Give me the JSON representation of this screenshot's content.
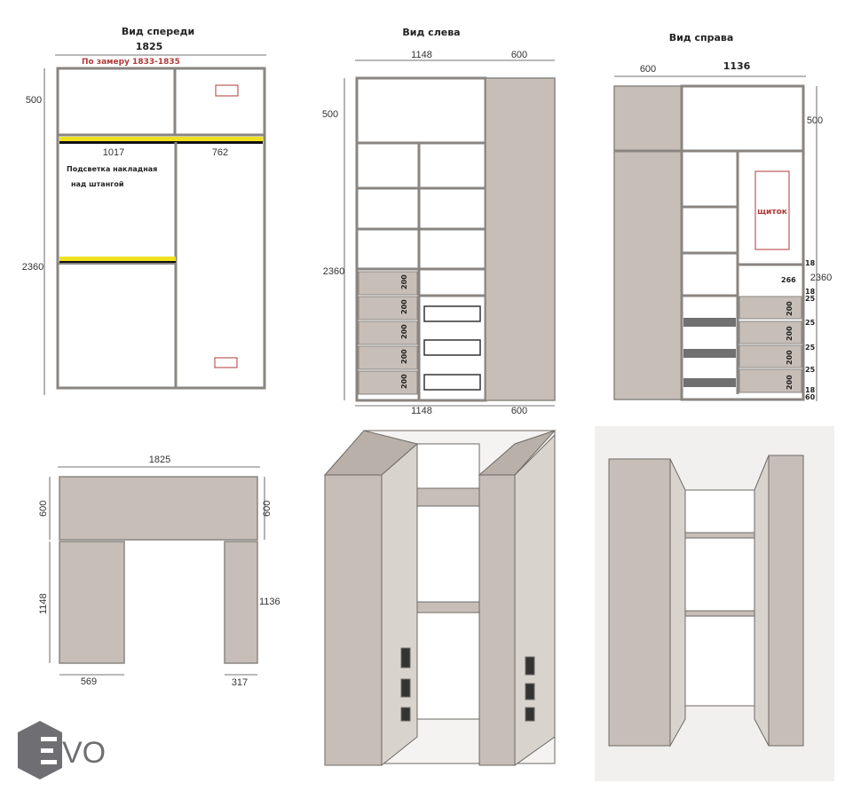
{
  "front_view": {
    "title": "Вид спереди",
    "width": "1825",
    "measured_note": "По замеру 1833-1835",
    "height_top": "500",
    "height_total": "2360",
    "left_width": "1017",
    "right_width": "762",
    "lighting_note_line1": "Подсветка накладная",
    "lighting_note_line2": "над штангой",
    "accent_color": "#f0e020"
  },
  "left_view": {
    "title": "Вид слева",
    "width_main": "1148",
    "width_side": "600",
    "height_top": "500",
    "height_total": "2360",
    "drawer_height": "200",
    "bottom_width_main": "1148",
    "bottom_width_side": "600"
  },
  "right_view": {
    "title": "Вид справа",
    "width_side": "600",
    "width_main": "1136",
    "height_top": "500",
    "height_total": "2360",
    "panel_label": "щиток",
    "shelf_gap": "266",
    "thickness": "18",
    "gap": "25",
    "drawer_height": "200",
    "plinth": "60"
  },
  "plan_view": {
    "width": "1825",
    "depth_left": "600",
    "depth_right": "600",
    "left_length": "1148",
    "right_length": "1136",
    "left_width": "569",
    "right_width": "317"
  },
  "logo": {
    "text": "VO",
    "letter": "E"
  }
}
